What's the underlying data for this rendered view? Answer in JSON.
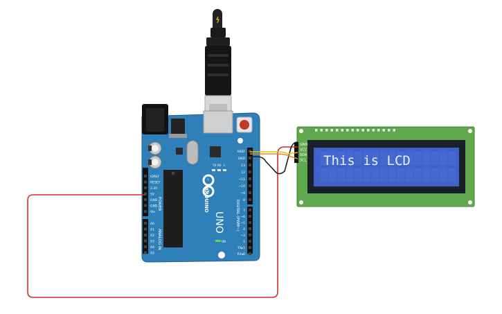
{
  "lcd": {
    "text": "This is LCD",
    "pins": [
      "GND",
      "VCC",
      "SDA",
      "SCL"
    ]
  },
  "arduino": {
    "brand": "ARDUINO",
    "model": "UNO",
    "section_power": "POWER",
    "section_analog": "ANALOG IN",
    "section_digital": "DIGITAL (PWM~)",
    "on_label": "ON",
    "tx_label": "TX",
    "rx_label": "RX",
    "l_label": "L",
    "power_pins": [
      "IOREF",
      "RESET",
      "3.3V",
      "5V",
      "GND",
      "GND",
      "Vin"
    ],
    "analog_pins": [
      "A0",
      "A1",
      "A2",
      "A3",
      "A4",
      "A5"
    ],
    "digital_top": [
      "AREF",
      "GND",
      "13",
      "12",
      "~11",
      "~10",
      "~9",
      "8"
    ],
    "digital_bottom": [
      "7",
      "~6",
      "~5",
      "4",
      "~3",
      "2",
      "TX▸1",
      "RX◂0"
    ]
  },
  "colors": {
    "board": "#2f7fb8",
    "lcd_pcb": "#5fa84d",
    "lcd_screen": "#3e63c8",
    "wire_red": "#d42c2c",
    "wire_black": "#222222",
    "wire_orange": "#ee8c1c",
    "wire_yellow": "#e8c21c"
  }
}
